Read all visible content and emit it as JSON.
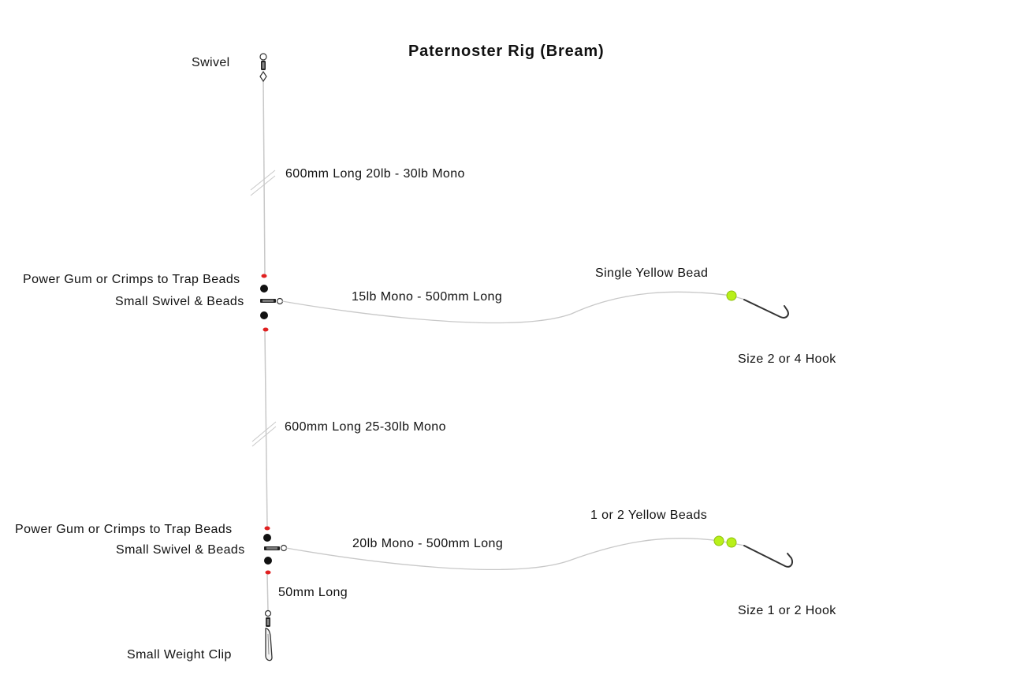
{
  "title": "Paternoster Rig (Bream)",
  "labels": {
    "swivel": "Swivel",
    "upper_main_line": "600mm Long 20lb - 30lb Mono",
    "upper_power_gum": "Power Gum or Crimps to Trap Beads",
    "upper_small_swivel": "Small Swivel & Beads",
    "upper_dropper": "15lb Mono - 500mm Long",
    "upper_bead": "Single Yellow Bead",
    "upper_hook": "Size 2 or 4 Hook",
    "lower_main_line": "600mm Long 25-30lb Mono",
    "lower_power_gum": "Power Gum or Crimps to Trap Beads",
    "lower_small_swivel": "Small Swivel & Beads",
    "lower_dropper": "20lb Mono - 500mm Long",
    "lower_bead": "1 or 2 Yellow Beads",
    "lower_hook": "Size 1 or 2 Hook",
    "tail_line": "50mm Long",
    "weight_clip": "Small Weight Clip"
  },
  "colors": {
    "line": "#c8c8c8",
    "stop_bead": "#e02020",
    "black_bead": "#111111",
    "yellow_bead": "#b8f01a",
    "hook": "#333333"
  }
}
